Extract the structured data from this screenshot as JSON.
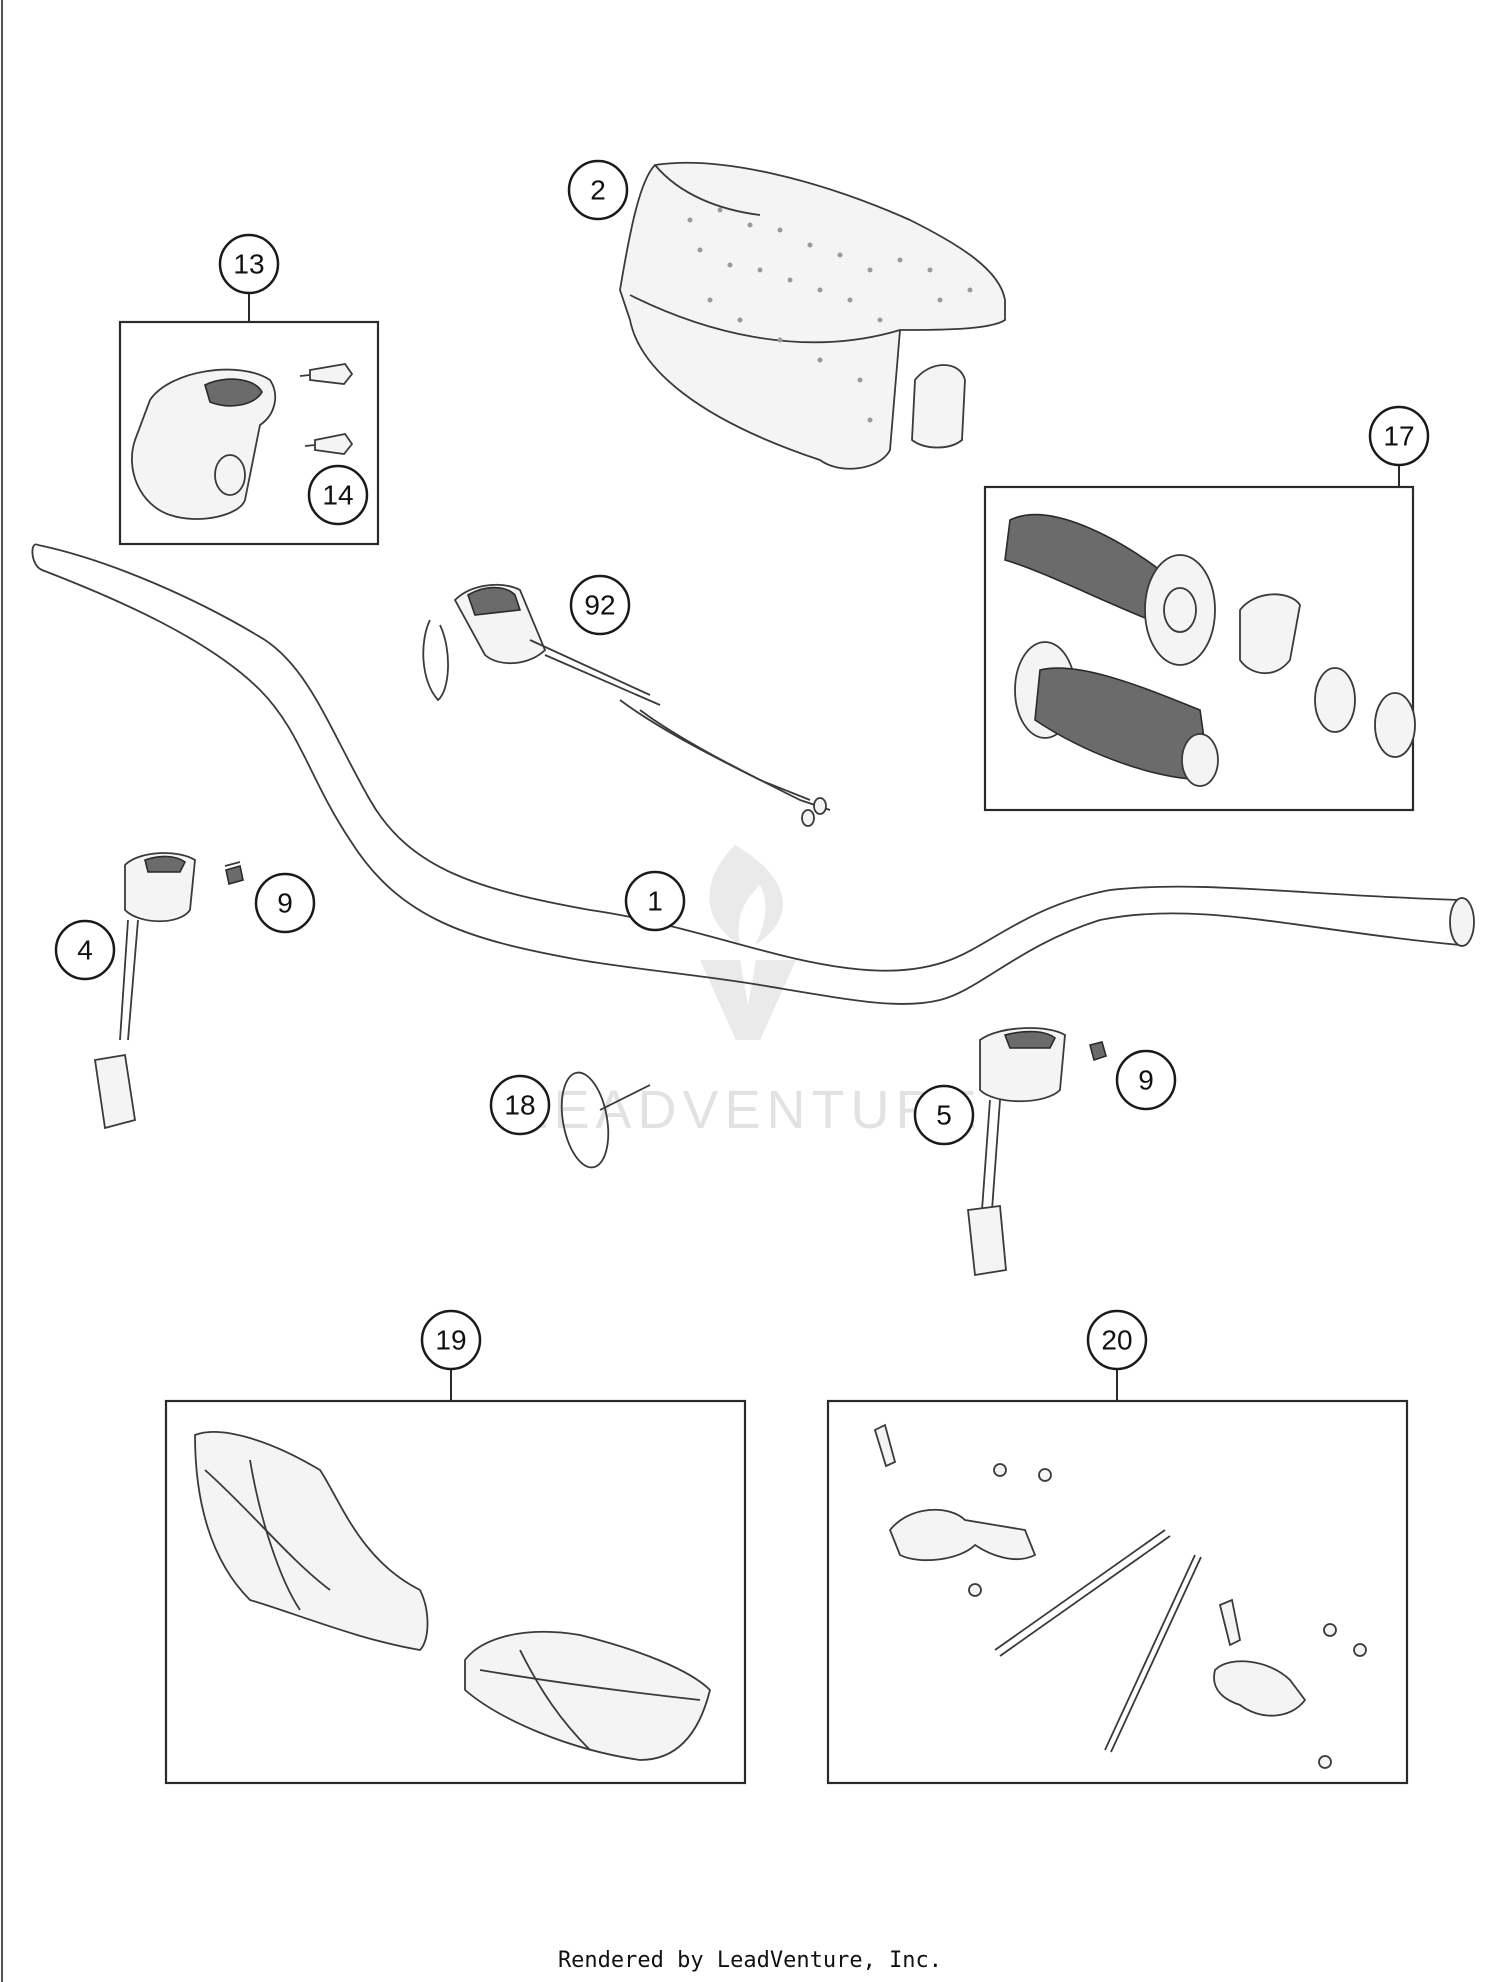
{
  "diagram": {
    "callouts": {
      "c1": "1",
      "c2": "2",
      "c4": "4",
      "c5": "5",
      "c9a": "9",
      "c9b": "9",
      "c13": "13",
      "c14": "14",
      "c17": "17",
      "c18": "18",
      "c19": "19",
      "c20": "20",
      "c92": "92"
    },
    "watermark": "LEADVENTURE"
  },
  "footer": {
    "text": "Rendered by LeadVenture, Inc."
  }
}
